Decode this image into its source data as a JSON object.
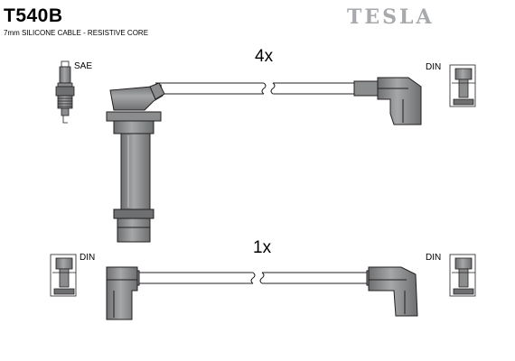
{
  "header": {
    "part_code": "T540B",
    "cable_spec": "7mm SILICONE CABLE - RESISTIVE CORE",
    "brand": "TESLA"
  },
  "labels": {
    "sae": "SAE",
    "din": "DIN"
  },
  "quantities": {
    "upper_set": "4x",
    "lower_set": "1x"
  },
  "colors": {
    "boot_fill": "#8a8c8e",
    "boot_dark": "#6d6f71",
    "cable": "#ffffff",
    "outline": "#231f20",
    "brand": "#a7a9ac"
  }
}
